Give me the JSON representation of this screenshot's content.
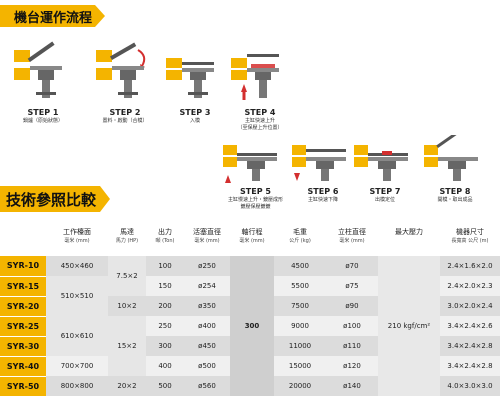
{
  "flow_title": "機台運作流程",
  "spec_title": "技術參照比較",
  "steps": [
    {
      "label": "STEP 1",
      "desc": "鍋爐（原始狀態）"
    },
    {
      "label": "STEP 2",
      "desc": "置料・啟動（合模）"
    },
    {
      "label": "STEP 3",
      "desc": "入模"
    },
    {
      "label": "STEP 4",
      "desc": "主缸快速上升",
      "desc2": "（至保壓上升位置）"
    },
    {
      "label": "STEP 5",
      "desc": "主缸慢速上升・鍍壓成形",
      "desc2": "鍍壓保壓鍍鍍"
    },
    {
      "label": "STEP 6",
      "desc": "主缸快速下降"
    },
    {
      "label": "STEP 7",
      "desc": "出模定位"
    },
    {
      "label": "STEP 8",
      "desc": "開模・取出成品"
    }
  ],
  "sub_desc": "主缸快速上升\n(至保壓上升位置)",
  "table": {
    "headers": [
      {
        "label": "工作檯面",
        "unit": "毫米 (mm)"
      },
      {
        "label": "馬達",
        "unit": "馬力 (HP)"
      },
      {
        "label": "出力",
        "unit": "噸 (Ton)"
      },
      {
        "label": "活塞直徑",
        "unit": "毫米 (mm)"
      },
      {
        "label": "軸行程",
        "unit": "毫米 (mm)"
      },
      {
        "label": "毛重",
        "unit": "公斤 (kg)"
      },
      {
        "label": "立柱直徑",
        "unit": "毫米 (mm)"
      },
      {
        "label": "最大壓力",
        "unit": ""
      },
      {
        "label": "機器尺寸",
        "unit": "長寬高 公尺 (m)"
      }
    ],
    "rows": [
      {
        "model": "SYR-10",
        "table_size": "450×460",
        "hp": "7.5×2",
        "ton": "100",
        "piston": "ø250",
        "weight": "4500",
        "column": "ø70",
        "dims": "2.4×1.6×2.0"
      },
      {
        "model": "SYR-15",
        "table_size": "510×510",
        "hp": "",
        "ton": "150",
        "piston": "ø254",
        "weight": "5500",
        "column": "ø75",
        "dims": "2.4×2.0×2.3"
      },
      {
        "model": "SYR-20",
        "table_size": "",
        "hp": "10×2",
        "ton": "200",
        "piston": "ø350",
        "weight": "7500",
        "column": "ø90",
        "dims": "3.0×2.0×2.4"
      },
      {
        "model": "SYR-25",
        "table_size": "610×610",
        "hp": "15×2",
        "ton": "250",
        "piston": "ø400",
        "weight": "9000",
        "column": "ø100",
        "dims": "3.4×2.4×2.6"
      },
      {
        "model": "SYR-30",
        "table_size": "",
        "hp": "",
        "ton": "300",
        "piston": "ø450",
        "weight": "11000",
        "column": "ø110",
        "dims": "3.4×2.4×2.8"
      },
      {
        "model": "SYR-40",
        "table_size": "700×700",
        "hp": "",
        "ton": "400",
        "piston": "ø500",
        "weight": "15000",
        "column": "ø120",
        "dims": "3.4×2.4×2.8"
      },
      {
        "model": "SYR-50",
        "table_size": "800×800",
        "hp": "20×2",
        "ton": "500",
        "piston": "ø560",
        "weight": "20000",
        "column": "ø140",
        "dims": "4.0×3.0×3.0"
      }
    ],
    "stroke": "300",
    "pressure": "210 kgf/cm²"
  },
  "colors": {
    "accent": "#f4b400",
    "mold": "#f4b400",
    "metal": "#7d7d7d",
    "red_arrow": "#d32f2f"
  }
}
